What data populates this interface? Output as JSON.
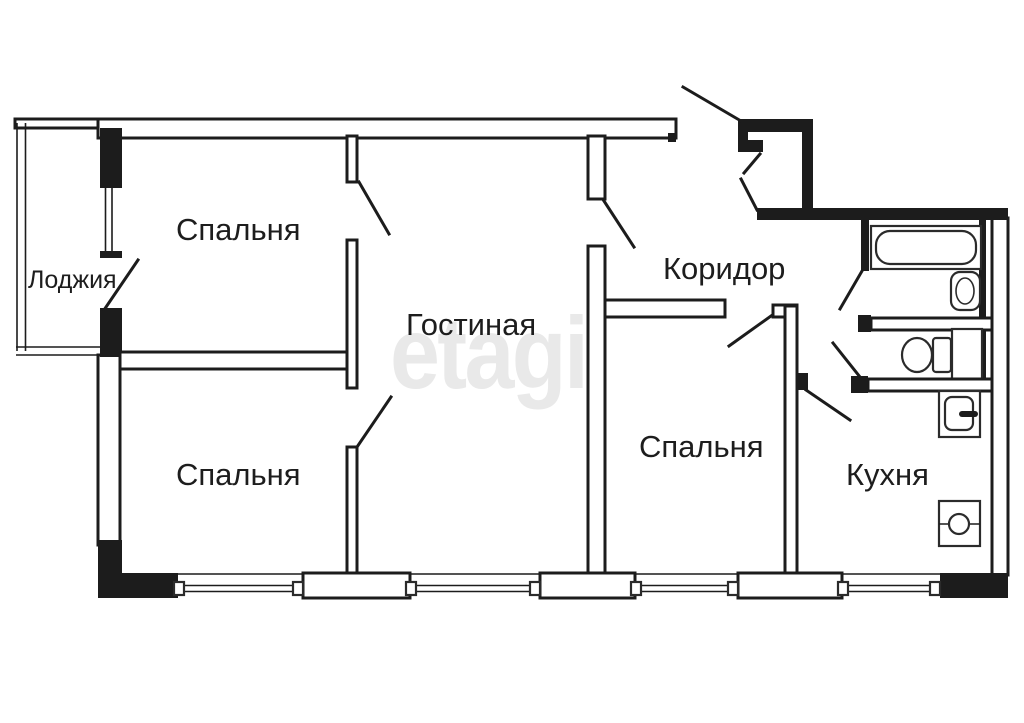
{
  "plan": {
    "type": "apartment-floor-plan",
    "background_color": "#ffffff",
    "wall_color": "#1c1c1c",
    "label_color": "#1d1d1d",
    "watermark": {
      "text": "etagi",
      "color": "#e9e9e9"
    },
    "rooms": [
      {
        "id": "loggia",
        "label": "Лоджия"
      },
      {
        "id": "bedroom-top",
        "label": "Спальня"
      },
      {
        "id": "living-room",
        "label": "Гостиная"
      },
      {
        "id": "corridor",
        "label": "Коридор"
      },
      {
        "id": "bedroom-bottom",
        "label": "Спальня"
      },
      {
        "id": "bedroom-right",
        "label": "Спальня"
      },
      {
        "id": "kitchen",
        "label": "Кухня"
      }
    ],
    "fixtures": [
      "bathtub",
      "washbasin",
      "toilet",
      "vent-shaft",
      "kitchen-sink",
      "stove",
      "window",
      "window",
      "window",
      "window",
      "loggia-window"
    ],
    "doors": [
      "entrance-door",
      "vestibule-door",
      "living-room-door",
      "bedroom-top-door",
      "bedroom-bottom-door",
      "bedroom-right-door",
      "kitchen-door",
      "bathroom-door",
      "wc-door",
      "balcony-door"
    ]
  }
}
